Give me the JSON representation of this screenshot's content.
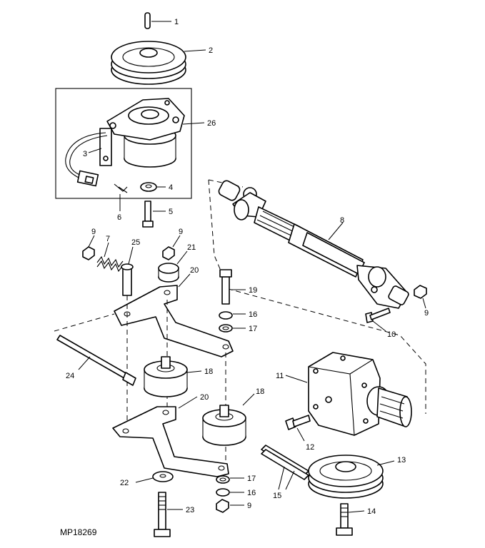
{
  "figure_id": "MP18269",
  "callouts": {
    "c1": "1",
    "c2": "2",
    "c3": "3",
    "c4": "4",
    "c5": "5",
    "c6": "6",
    "c7": "7",
    "c8": "8",
    "c9a": "9",
    "c9b": "9",
    "c9c": "9",
    "c9d": "9",
    "c10": "10",
    "c11": "11",
    "c12": "12",
    "c13": "13",
    "c14": "14",
    "c15": "15",
    "c16a": "16",
    "c16b": "16",
    "c17a": "17",
    "c17b": "17",
    "c18a": "18",
    "c18b": "18",
    "c19": "19",
    "c20a": "20",
    "c20b": "20",
    "c21": "21",
    "c22": "22",
    "c23": "23",
    "c24": "24",
    "c25": "25",
    "c26": "26"
  }
}
